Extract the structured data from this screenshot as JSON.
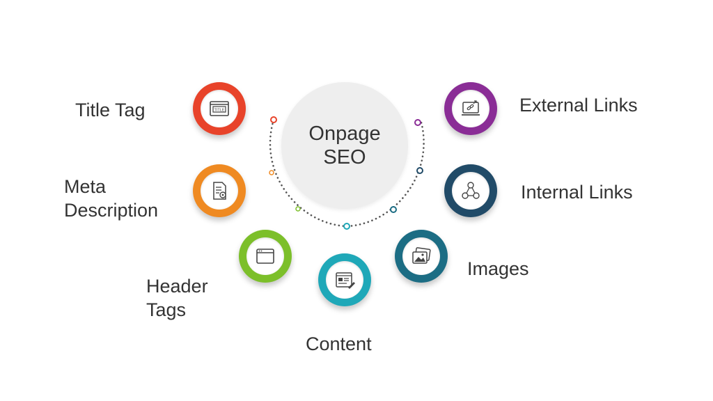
{
  "center": {
    "title": "Onpage SEO"
  },
  "items": [
    {
      "id": "title-tag",
      "label": "Title Tag",
      "color": "#e8432a",
      "icon": "title-tag-icon",
      "icon_text": "TITLE"
    },
    {
      "id": "meta-description",
      "label": "Meta Description",
      "color": "#ef8a22",
      "icon": "document-gear-icon"
    },
    {
      "id": "header-tags",
      "label": "Header Tags",
      "color": "#7cbf2a",
      "icon": "browser-window-icon"
    },
    {
      "id": "content",
      "label": "Content",
      "color": "#1fa8b8",
      "icon": "content-edit-icon"
    },
    {
      "id": "images",
      "label": "Images",
      "color": "#1c6d84",
      "icon": "image-gallery-icon"
    },
    {
      "id": "internal-links",
      "label": "Internal Links",
      "color": "#214b68",
      "icon": "network-links-icon"
    },
    {
      "id": "external-links",
      "label": "External Links",
      "color": "#8a2d96",
      "icon": "external-link-icon"
    }
  ]
}
